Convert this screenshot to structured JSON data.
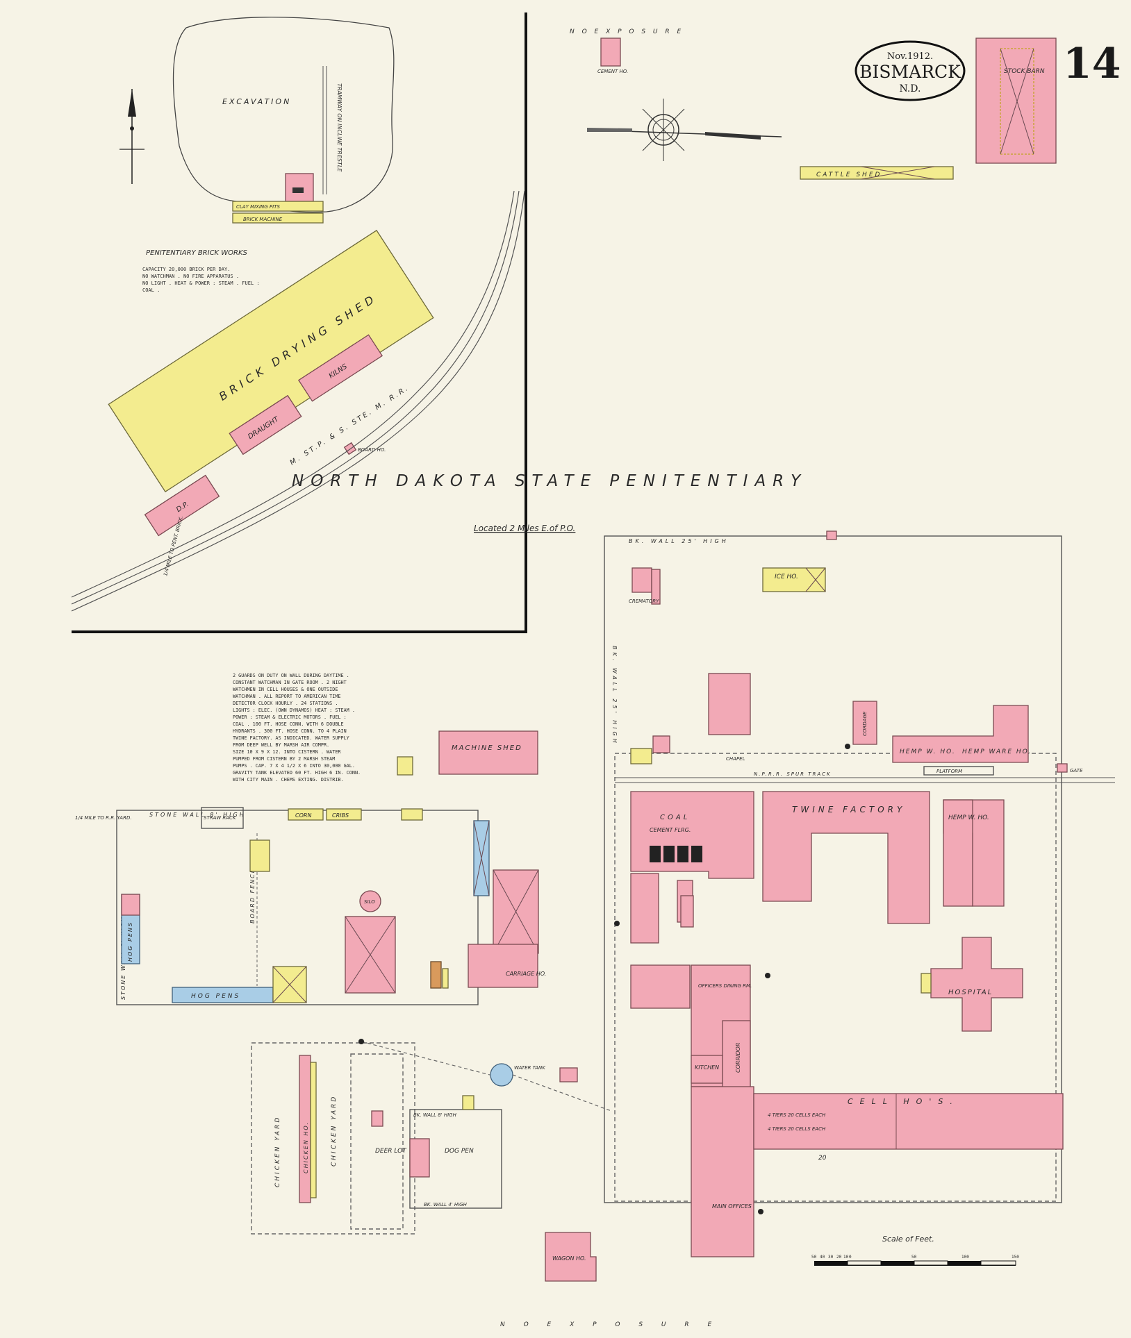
{
  "sheet": {
    "number": "14",
    "city": "BISMARCK",
    "state": "N.D.",
    "date": "Nov.1912.",
    "main_title": "NORTH DAKOTA STATE PENITENTIARY",
    "location_note": "Located 2 Miles E.of P.O.",
    "no_exposure_top": "N O   E X P O S U R E",
    "no_exposure_bottom": "N O   E X P O S U R E"
  },
  "scale": {
    "title": "Scale of Feet.",
    "ticks": [
      "50",
      "40",
      "30",
      "20",
      "10",
      "0",
      "50",
      "100",
      "150"
    ]
  },
  "brick_works": {
    "title": "PENITENTIARY BRICK WORKS",
    "notes": [
      "CAPACITY 20,000 BRICK PER DAY.",
      "NO WATCHMAN . NO FIRE APPARATUS .",
      "NO LIGHT . HEAT & POWER : STEAM . FUEL :",
      "COAL ."
    ],
    "excavation": "EXCAVATION",
    "clay_mixing": "CLAY MIXING PITS",
    "brick_machine": "BRICK MACHINE",
    "tramway": "TRAMWAY ON INCLINE TRESTLE",
    "drying_shed": "BRICK DRYING SHED",
    "kilns": "KILNS",
    "draught": "DRAUGHT",
    "dp": "D.P.",
    "board_ho": "BOARD HO.",
    "railroad": "M. ST.P. & S. STE. M. R.R.",
    "rr_note": "1/4 MILE TO PENT. BRICK."
  },
  "penitentiary_notes": [
    "2 GUARDS ON DUTY ON WALL DURING DAYTIME .",
    "CONSTANT WATCHMAN IN GATE ROOM . 2 NIGHT",
    "WATCHMEN IN CELL HOUSES & ONE OUTSIDE",
    "WATCHMAN . ALL REPORT TO AMERICAN TIME",
    "DETECTOR CLOCK HOURLY . 24 STATIONS .",
    "LIGHTS : ELEC. (OWN DYNAMOS) HEAT : STEAM .",
    "POWER : STEAM & ELECTRIC MOTORS . FUEL :",
    "COAL . 100 FT. HOSE CONN. WITH 6 DOUBLE",
    "HYDRANTS . 300 FT. HOSE CONN. TO 4 PLAIN",
    "TWINE FACTORY. AS INDICATED. WATER SUPPLY",
    "FROM DEEP WELL BY MARSH AIR COMPR.",
    "SIZE 10 X 9 X 12. INTO CISTERN . WATER",
    "PUMPED FROM CISTERN BY 2 MARSH STEAM",
    "PUMPS . CAP. 7 X 4 1/2 X 6 INTO 30,000 GAL.",
    "GRAVITY TANK ELEVATED 60 FT. HIGH 6 IN. CONN.",
    "WITH CITY MAIN . CHEMS EXTING. DISTRIB."
  ],
  "buildings": {
    "stock_barn": "STOCK BARN",
    "cattle_shed": "CATTLE SHED",
    "cement_ho": "CEMENT HO.",
    "ice_ho": "ICE HO.",
    "crematory": "CREMATORY",
    "machine_shed": "MACHINE SHED",
    "twine_factory": "TWINE FACTORY",
    "hemp_w_ho_1": "HEMP W. HO.",
    "hemp_w_ho_2": "HEMP WARE HO.",
    "hemp_w_ho_3": "HEMP W. HO.",
    "cordage": "CORDAGE",
    "coal": "COAL",
    "cement_flrg": "CEMENT FLRG.",
    "hospital": "HOSPITAL",
    "cell_hos": "CELL HO'S.",
    "cell_row1": "4 TIERS  20 CELLS EACH",
    "cell_row2": "4 TIERS  20 CELLS EACH",
    "main_offices": "MAIN OFFICES",
    "kitchen": "KITCHEN",
    "dining": "OFFICERS DINING RM.",
    "corridor": "CORRIDOR",
    "wagon_ho": "WAGON HO.",
    "silo": "SILO",
    "carriage_ho": "CARRIAGE HO.",
    "hog_pens_1": "HOG PENS",
    "hog_pens_2": "HOG PENS",
    "chicken_ho": "CHICKEN HO.",
    "chicken_yard_1": "CHICKEN YARD",
    "chicken_yard_2": "CHICKEN YARD",
    "deer_lot": "DEER LOT",
    "dog_pen": "DOG PEN",
    "water_tank": "WATER TANK",
    "chapel": "CHAPEL",
    "corn_crib_1": "CORN",
    "corn_crib_2": "CRIBS",
    "straw_rack": "STRAW RACK",
    "board_fence": "BOARD FENCE",
    "stone_wall_top": "STONE WALL 8' HIGH",
    "stone_wall_left": "STONE WALL 8' HIGH",
    "bk_wall_top": "BK. WALL 25' HIGH",
    "bk_wall_side": "BK. WALL 25' HIGH",
    "spur_track": "N.P.R.R. SPUR TRACK",
    "platform": "PLATFORM",
    "gate": "GATE",
    "rr_note_left": "1/4 MILE TO R.R. YARD.",
    "dog_wall_top": "BK. WALL 8' HIGH",
    "dog_wall_bottom": "BK. WALL 4' HIGH",
    "no": "20"
  },
  "colors": {
    "paper": "#f6f3e6",
    "brick": "#f2a9b6",
    "frame": "#f3ec8f",
    "stone": "#a9cde6",
    "special": "#d99a5c"
  }
}
